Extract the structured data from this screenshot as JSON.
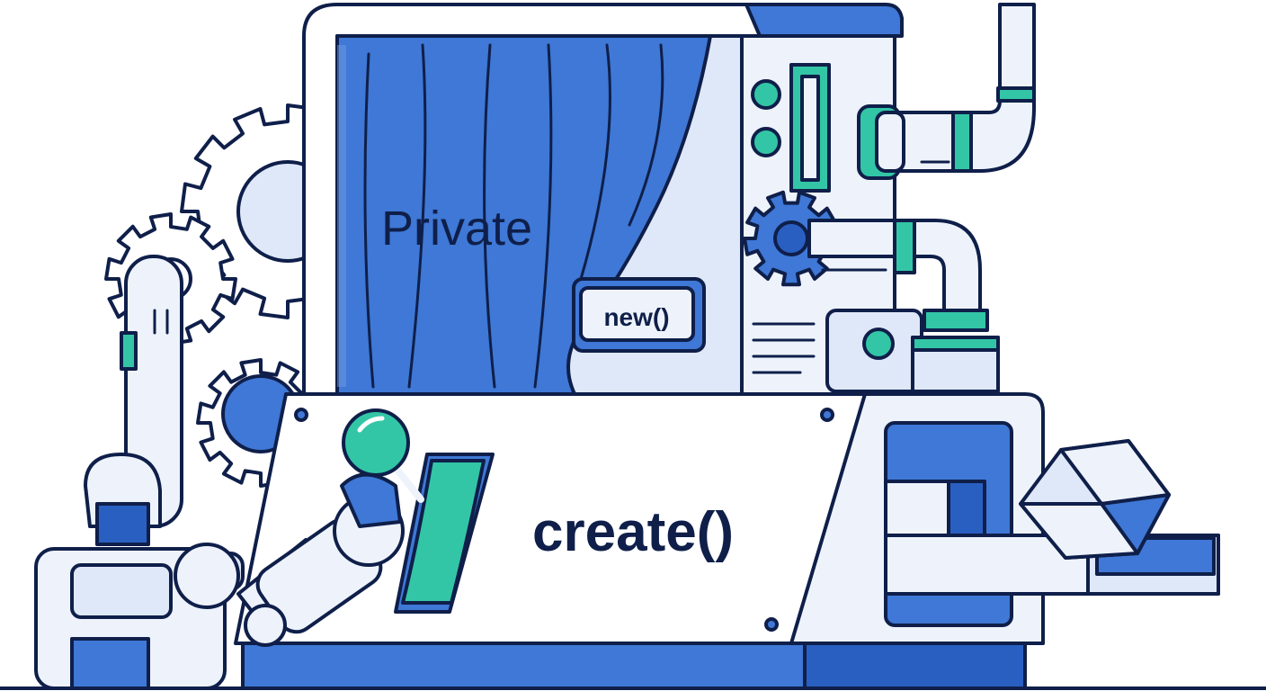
{
  "labels": {
    "curtain_text": "Private",
    "method_button": "new()",
    "panel_text": "create()"
  },
  "colors": {
    "outline": "#0f1f4a",
    "blue": "#3f78d6",
    "blue_dark": "#2a5fc2",
    "blue_light": "#dfe8f8",
    "panel": "#eef3fb",
    "teal": "#33c6a6",
    "white": "#ffffff"
  },
  "icons": [
    "gear-icon",
    "lever-icon",
    "robot-arm-icon",
    "cube-icon",
    "pipe-icon"
  ]
}
